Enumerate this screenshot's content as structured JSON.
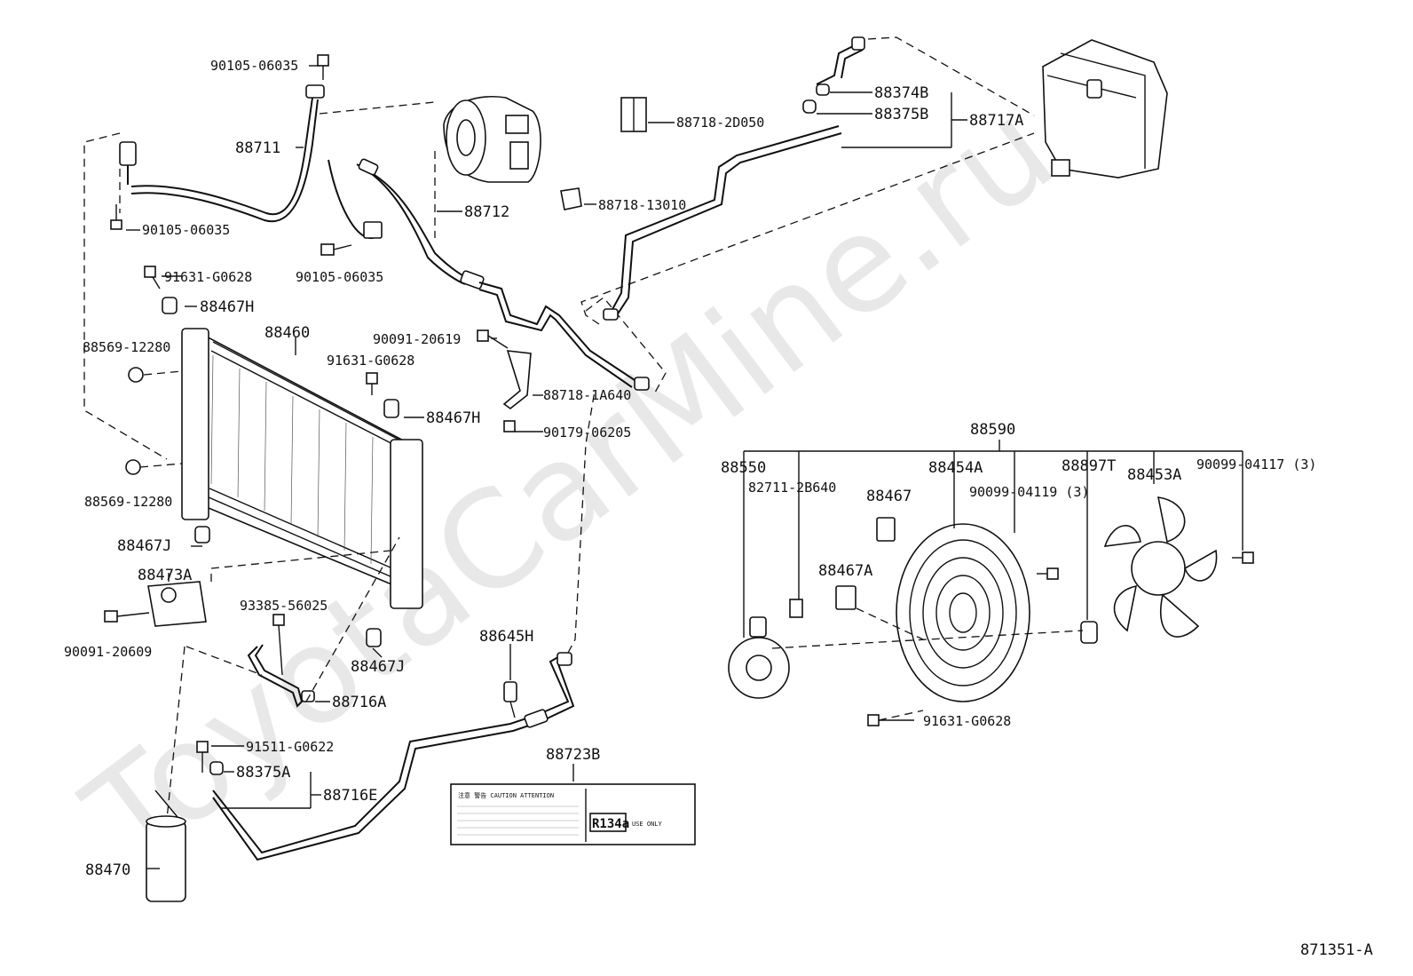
{
  "watermark": "ToyotaCarMine.ru",
  "diagram_code": "871351-A",
  "parts": {
    "p90105_top": "90105-06035",
    "p88711": "88711",
    "p90105_left": "90105-06035",
    "p88712": "88712",
    "p90105_mid": "90105-06035",
    "p91631_a": "91631-G0628",
    "p88467h_a": "88467H",
    "p88460": "88460",
    "p88569_a": "88569-12280",
    "p90091_20619": "90091-20619",
    "p91631_b": "91631-G0628",
    "p88718_1a640": "88718-1A640",
    "p88467h_b": "88467H",
    "p90179": "90179-06205",
    "p88569_b": "88569-12280",
    "p88467j_a": "88467J",
    "p88473a": "88473A",
    "p93385": "93385-56025",
    "p90091_20609": "90091-20609",
    "p88467j_b": "88467J",
    "p88716a": "88716A",
    "p88645h": "88645H",
    "p91511": "91511-G0622",
    "p88375a": "88375A",
    "p88716e": "88716E",
    "p88470": "88470",
    "p88723b": "88723B",
    "p88718_2d050": "88718-2D050",
    "p88374b": "88374B",
    "p88375b": "88375B",
    "p88717a": "88717A",
    "p88718_13010": "88718-13010",
    "p88590": "88590",
    "p88550": "88550",
    "p82711": "82711-2B640",
    "p88454a": "88454A",
    "p90099_04119": "90099-04119 (3)",
    "p88897t": "88897T",
    "p88453a": "88453A",
    "p90099_04117": "90099-04117 (3)",
    "p88467": "88467",
    "p88467a": "88467A",
    "p91631_c": "91631-G0628"
  },
  "label_plate": {
    "header": "注意 警告 CAUTION ATTENTION",
    "refrigerant": "R134a",
    "use_only": "USE ONLY"
  }
}
